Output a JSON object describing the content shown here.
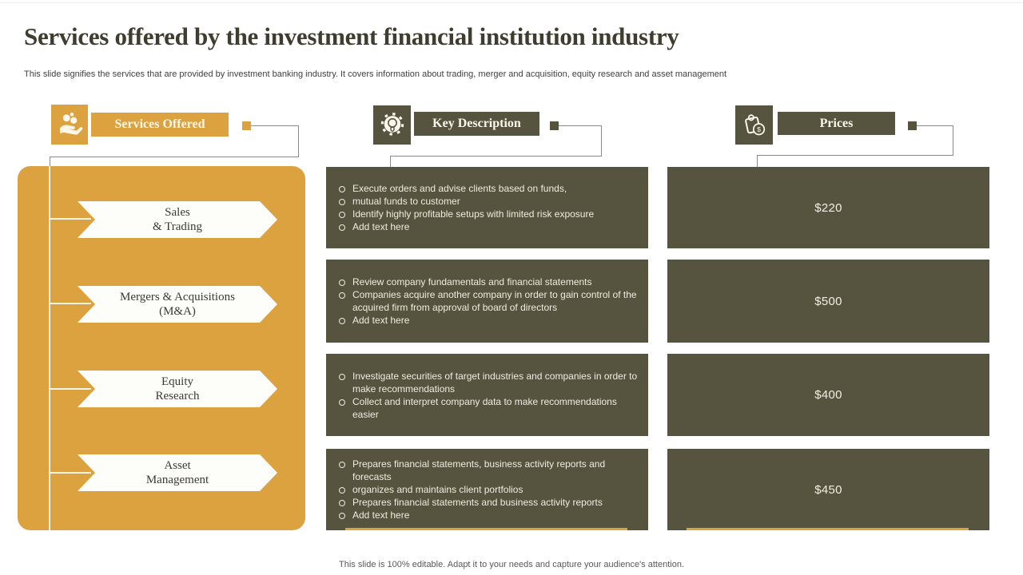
{
  "title": "Services offered by the investment financial institution industry",
  "subtitle": "This slide signifies the services that are provided by investment banking industry. It covers information about trading, merger and acquisition, equity research and asset management",
  "footer": "This slide is 100% editable. Adapt it to your needs and capture your audience's attention.",
  "colors": {
    "gold": "#DCA23F",
    "olive": "#56533F",
    "connector_gray": "#8A8A88",
    "cream_text": "#FBF7EC"
  },
  "services": {
    "header": "Services Offered",
    "icon": "hand-coins-icon",
    "items": [
      {
        "line1": "Sales",
        "line2": "& Trading"
      },
      {
        "line1": "Mergers & Acquisitions",
        "line2": "(M&A)"
      },
      {
        "line1": "Equity",
        "line2": "Research"
      },
      {
        "line1": "Asset",
        "line2": "Management"
      }
    ]
  },
  "descriptions": {
    "header": "Key Description",
    "icon": "bulb-gear-icon",
    "boxes": [
      {
        "bullets": [
          "Execute orders and advise clients based on funds,",
          "mutual funds to customer",
          "Identify highly profitable setups with limited risk exposure",
          "Add text here"
        ]
      },
      {
        "bullets": [
          "Review company fundamentals and financial statements",
          "Companies acquire another company in order to gain control of the acquired firm from approval of board of directors",
          "Add text here"
        ]
      },
      {
        "bullets": [
          "Investigate securities of target industries and companies in order to make recommendations",
          "Collect and interpret company data to make recommendations easier"
        ]
      },
      {
        "bullets": [
          "Prepares financial statements, business activity reports and forecasts",
          "organizes and maintains client portfolios",
          "Prepares financial statements and business activity reports",
          "Add text here"
        ]
      }
    ]
  },
  "prices": {
    "header": "Prices",
    "icon": "price-tag-icon",
    "dollar_glyph": "$",
    "values": [
      "$220",
      "$500",
      "$400",
      "$450"
    ]
  }
}
